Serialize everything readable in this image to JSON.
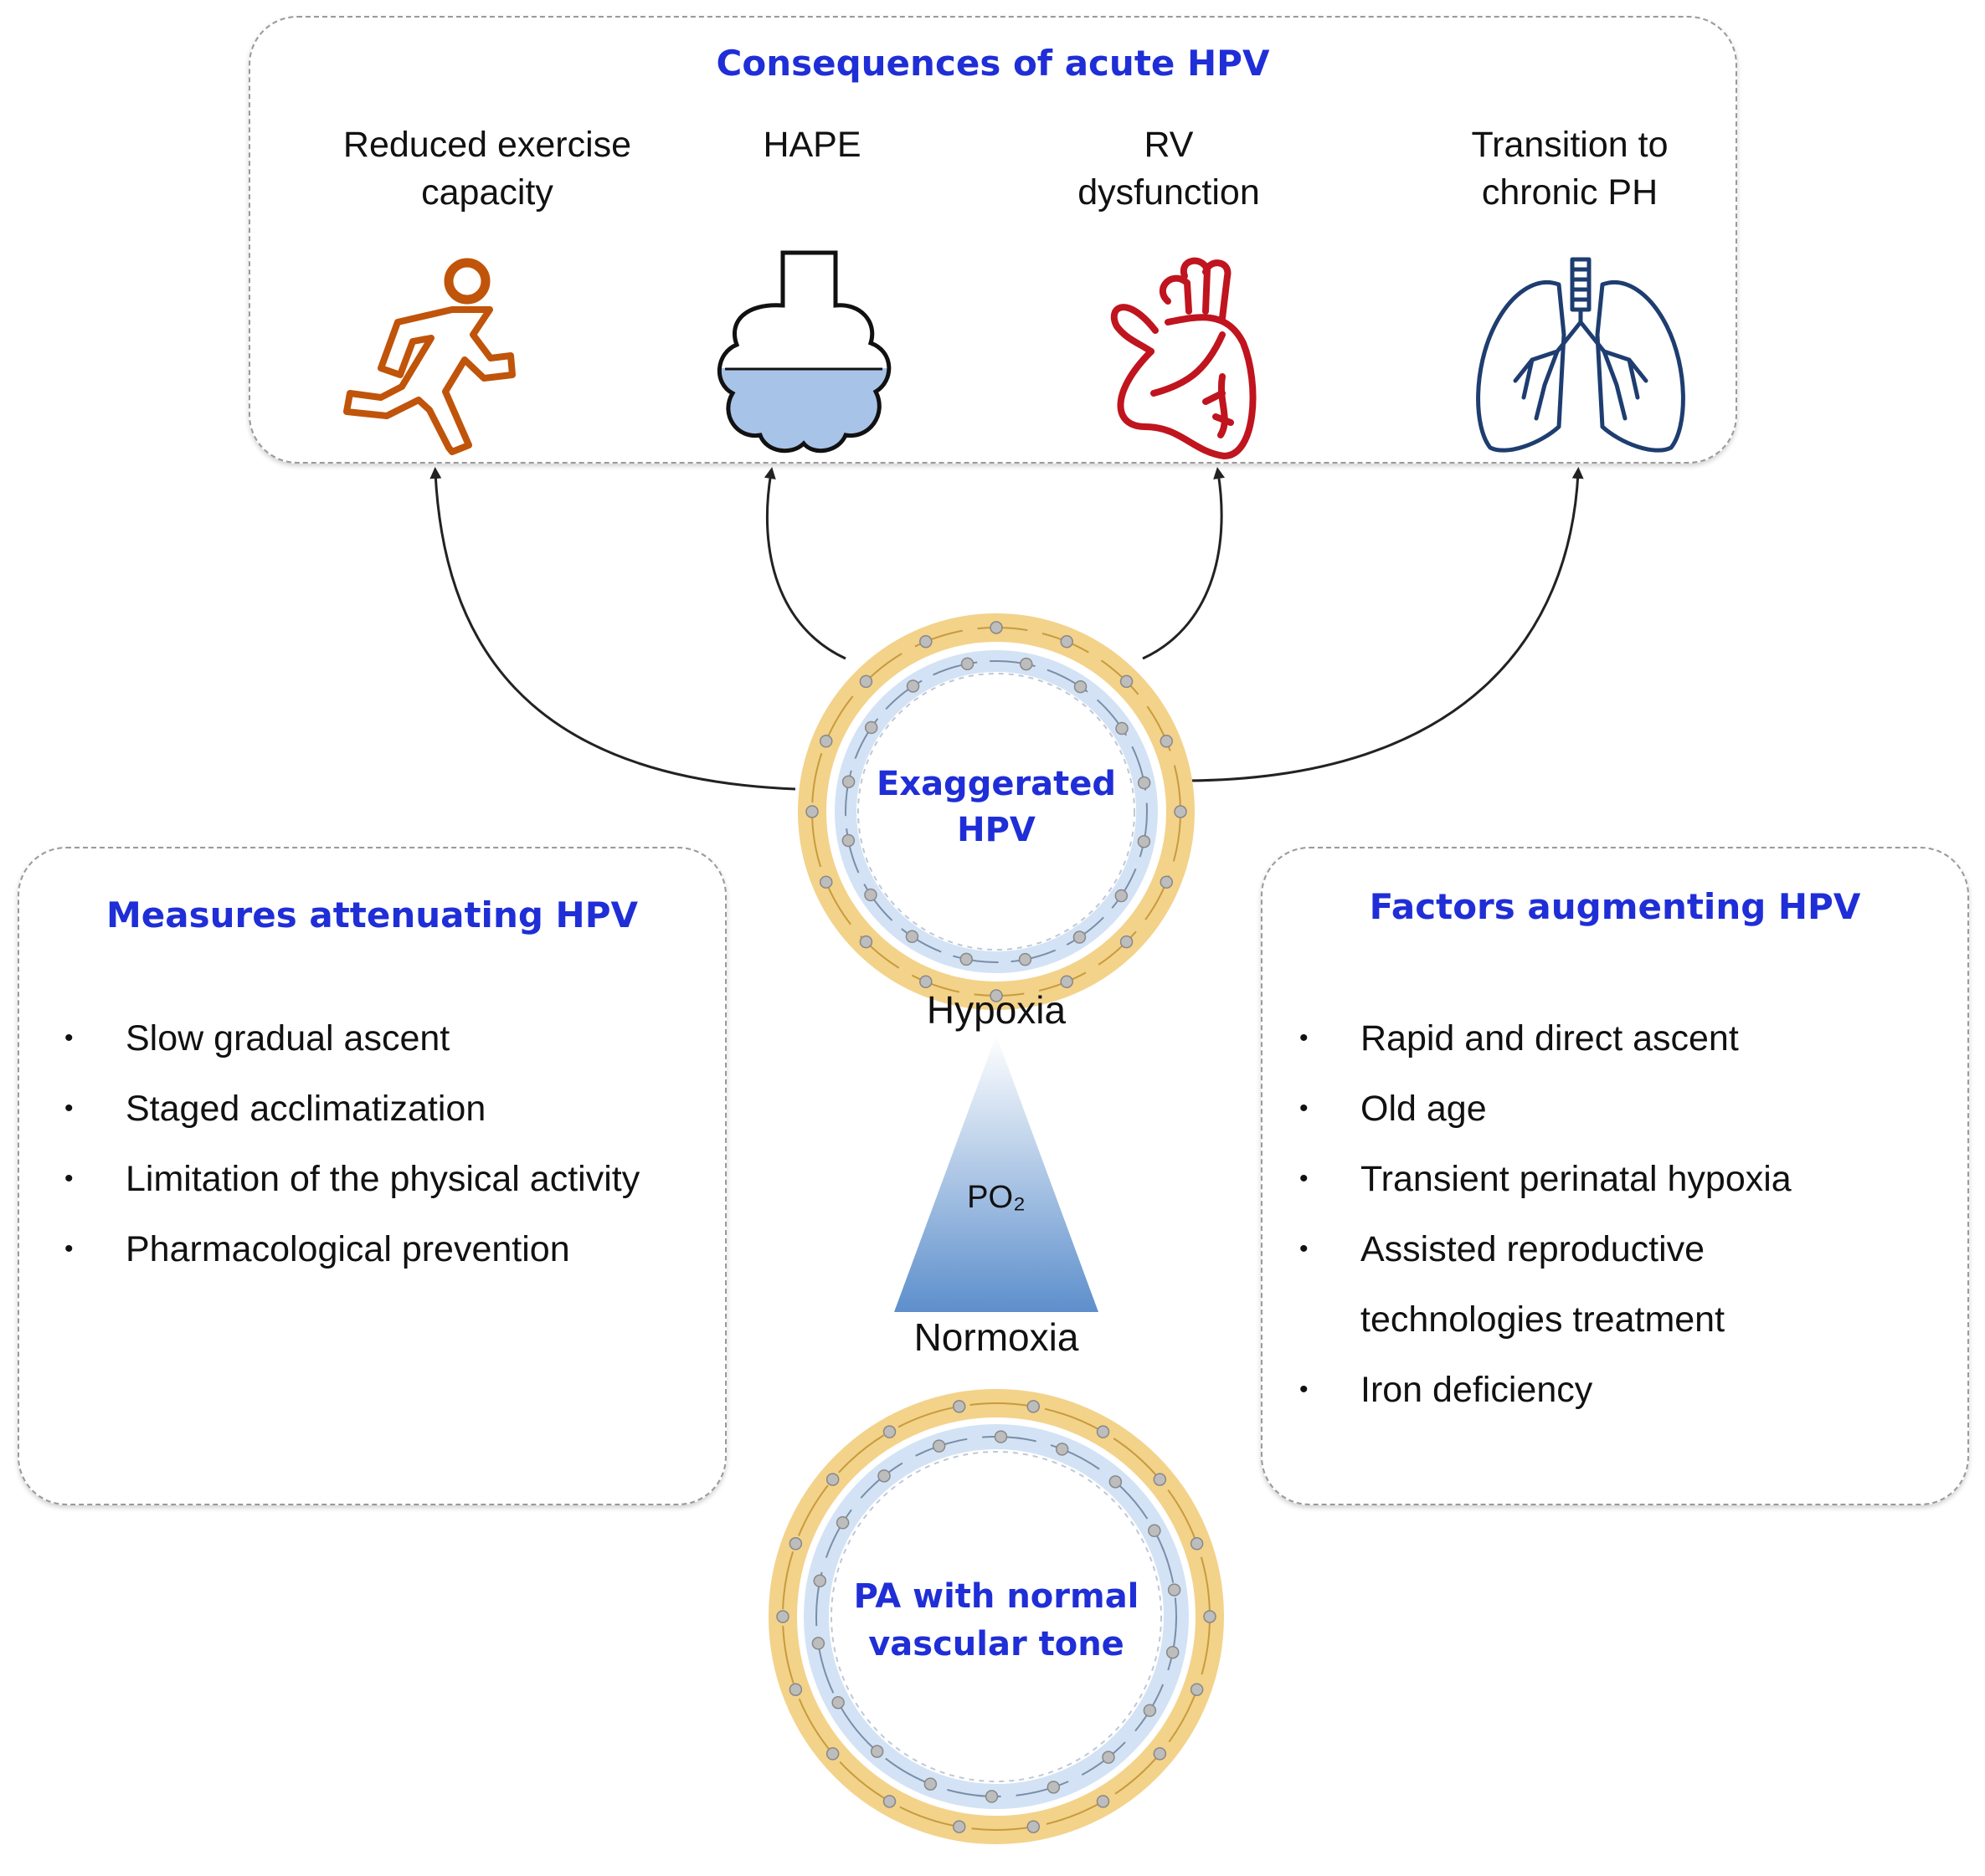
{
  "consequences": {
    "title": "Consequences of acute HPV",
    "items": [
      {
        "label_line1": "Reduced exercise",
        "label_line2": "capacity",
        "icon": "running-person-icon"
      },
      {
        "label_line1": "HAPE",
        "label_line2": "",
        "icon": "flooded-alveolus-icon"
      },
      {
        "label_line1": "RV",
        "label_line2": "dysfunction",
        "icon": "heart-icon"
      },
      {
        "label_line1": "Transition to",
        "label_line2": "chronic PH",
        "icon": "lungs-icon"
      }
    ]
  },
  "measures": {
    "title": "Measures attenuating HPV",
    "items": [
      "Slow gradual ascent",
      "Staged acclimatization",
      "Limitation of the physical activity",
      "Pharmacological prevention"
    ]
  },
  "factors": {
    "title": "Factors augmenting HPV",
    "items": [
      "Rapid and direct ascent",
      "Old age",
      "Transient perinatal hypoxia",
      "Assisted reproductive technologies treatment",
      "Iron deficiency"
    ]
  },
  "center": {
    "exaggerated_line1": "Exaggerated",
    "exaggerated_line2": "HPV",
    "hypoxia": "Hypoxia",
    "po2": "PO₂",
    "normoxia": "Normoxia",
    "normal_line1": "PA with normal",
    "normal_line2": "vascular tone"
  },
  "colors": {
    "title_blue": "#1f2ed6",
    "runner": "#c0540a",
    "heart": "#c0141e",
    "lungs": "#1e3d70",
    "fluid": "#a8c3e8",
    "cell_yellow": "#f6dc9b",
    "cell_blue": "#d3e3f5"
  }
}
